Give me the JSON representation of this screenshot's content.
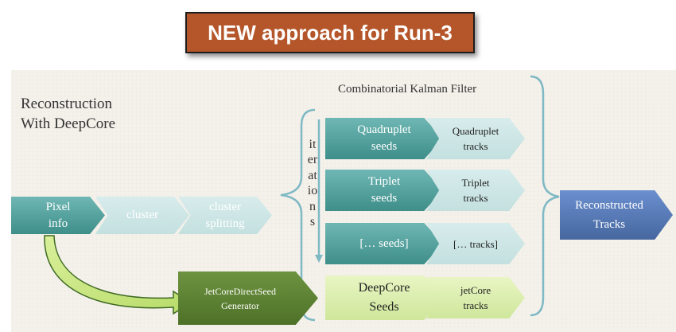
{
  "title": "NEW approach for Run-3",
  "heading": [
    "Reconstruction",
    "With DeepCore"
  ],
  "ckf_label": "Combinatorial Kalman Filter",
  "iterations_label": "iterations",
  "pipeline": {
    "pixel_info": [
      "Pixel",
      "info"
    ],
    "cluster": "cluster",
    "cluster_splitting": [
      "cluster",
      "splitting"
    ]
  },
  "seeds": [
    {
      "seed": [
        "Quadruplet",
        "seeds"
      ],
      "tracks": [
        "Quadruplet",
        "tracks"
      ]
    },
    {
      "seed": [
        "Triplet",
        "seeds"
      ],
      "tracks": [
        "Triplet",
        "tracks"
      ]
    },
    {
      "seed": [
        "[… seeds]"
      ],
      "tracks": [
        "[… tracks]"
      ]
    },
    {
      "seed": [
        "DeepCore",
        "Seeds"
      ],
      "tracks": [
        "jetCore",
        "tracks"
      ]
    }
  ],
  "generator": [
    "JetCoreDirectSeed",
    "Generator"
  ],
  "output": [
    "Reconstructed",
    "Tracks"
  ],
  "colors": {
    "title_bg": "#b4562a",
    "teal": "#3e8e8a",
    "light_teal": "#c3e0df",
    "light_green": "#cfe79b",
    "dark_green": "#4e7128",
    "blue": "#46679f"
  }
}
